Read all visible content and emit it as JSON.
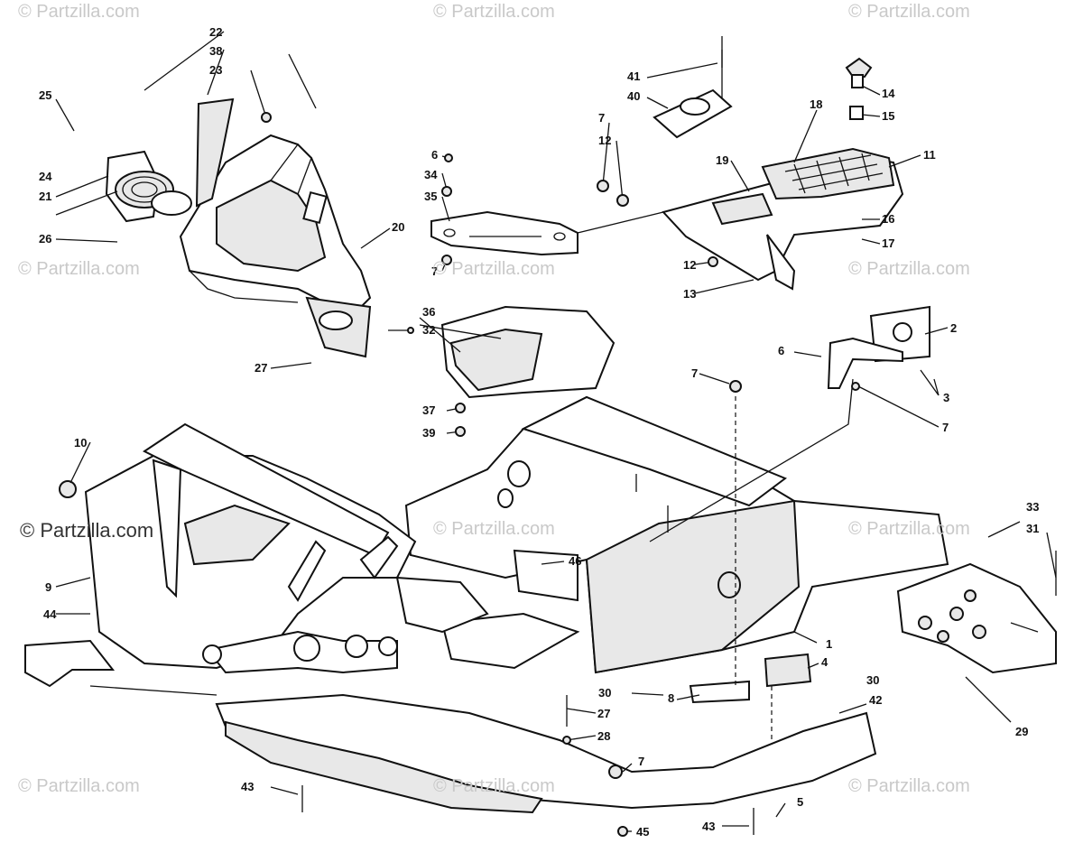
{
  "watermark": {
    "text": "© Partzilla.com",
    "color": "#c9c9c9"
  },
  "callouts": {
    "c1": "1",
    "c2": "2",
    "c3": "3",
    "c4": "4",
    "c5": "5",
    "c6a": "6",
    "c6b": "6",
    "c7a": "7",
    "c7b": "7",
    "c7c": "7",
    "c7d": "7",
    "c7e": "7",
    "c8": "8",
    "c9": "9",
    "c10": "10",
    "c11": "11",
    "c12a": "12",
    "c12b": "12",
    "c13": "13",
    "c14": "14",
    "c15": "15",
    "c16": "16",
    "c17": "17",
    "c18": "18",
    "c19": "19",
    "c20": "20",
    "c21": "21",
    "c22": "22",
    "c23": "23",
    "c24": "24",
    "c25": "25",
    "c26": "26",
    "c27a": "27",
    "c27b": "27",
    "c28": "28",
    "c29": "29",
    "c30a": "30",
    "c30b": "30",
    "c31": "31",
    "c32": "32",
    "c33": "33",
    "c34": "34",
    "c35": "35",
    "c36": "36",
    "c37": "37",
    "c38": "38",
    "c39": "39",
    "c40": "40",
    "c41": "41",
    "c42": "42",
    "c43a": "43",
    "c43b": "43",
    "c44": "44",
    "c45": "45",
    "c46": "46"
  },
  "colors": {
    "ink": "#111111",
    "paper": "#ffffff",
    "shade": "#e8e8e8"
  }
}
